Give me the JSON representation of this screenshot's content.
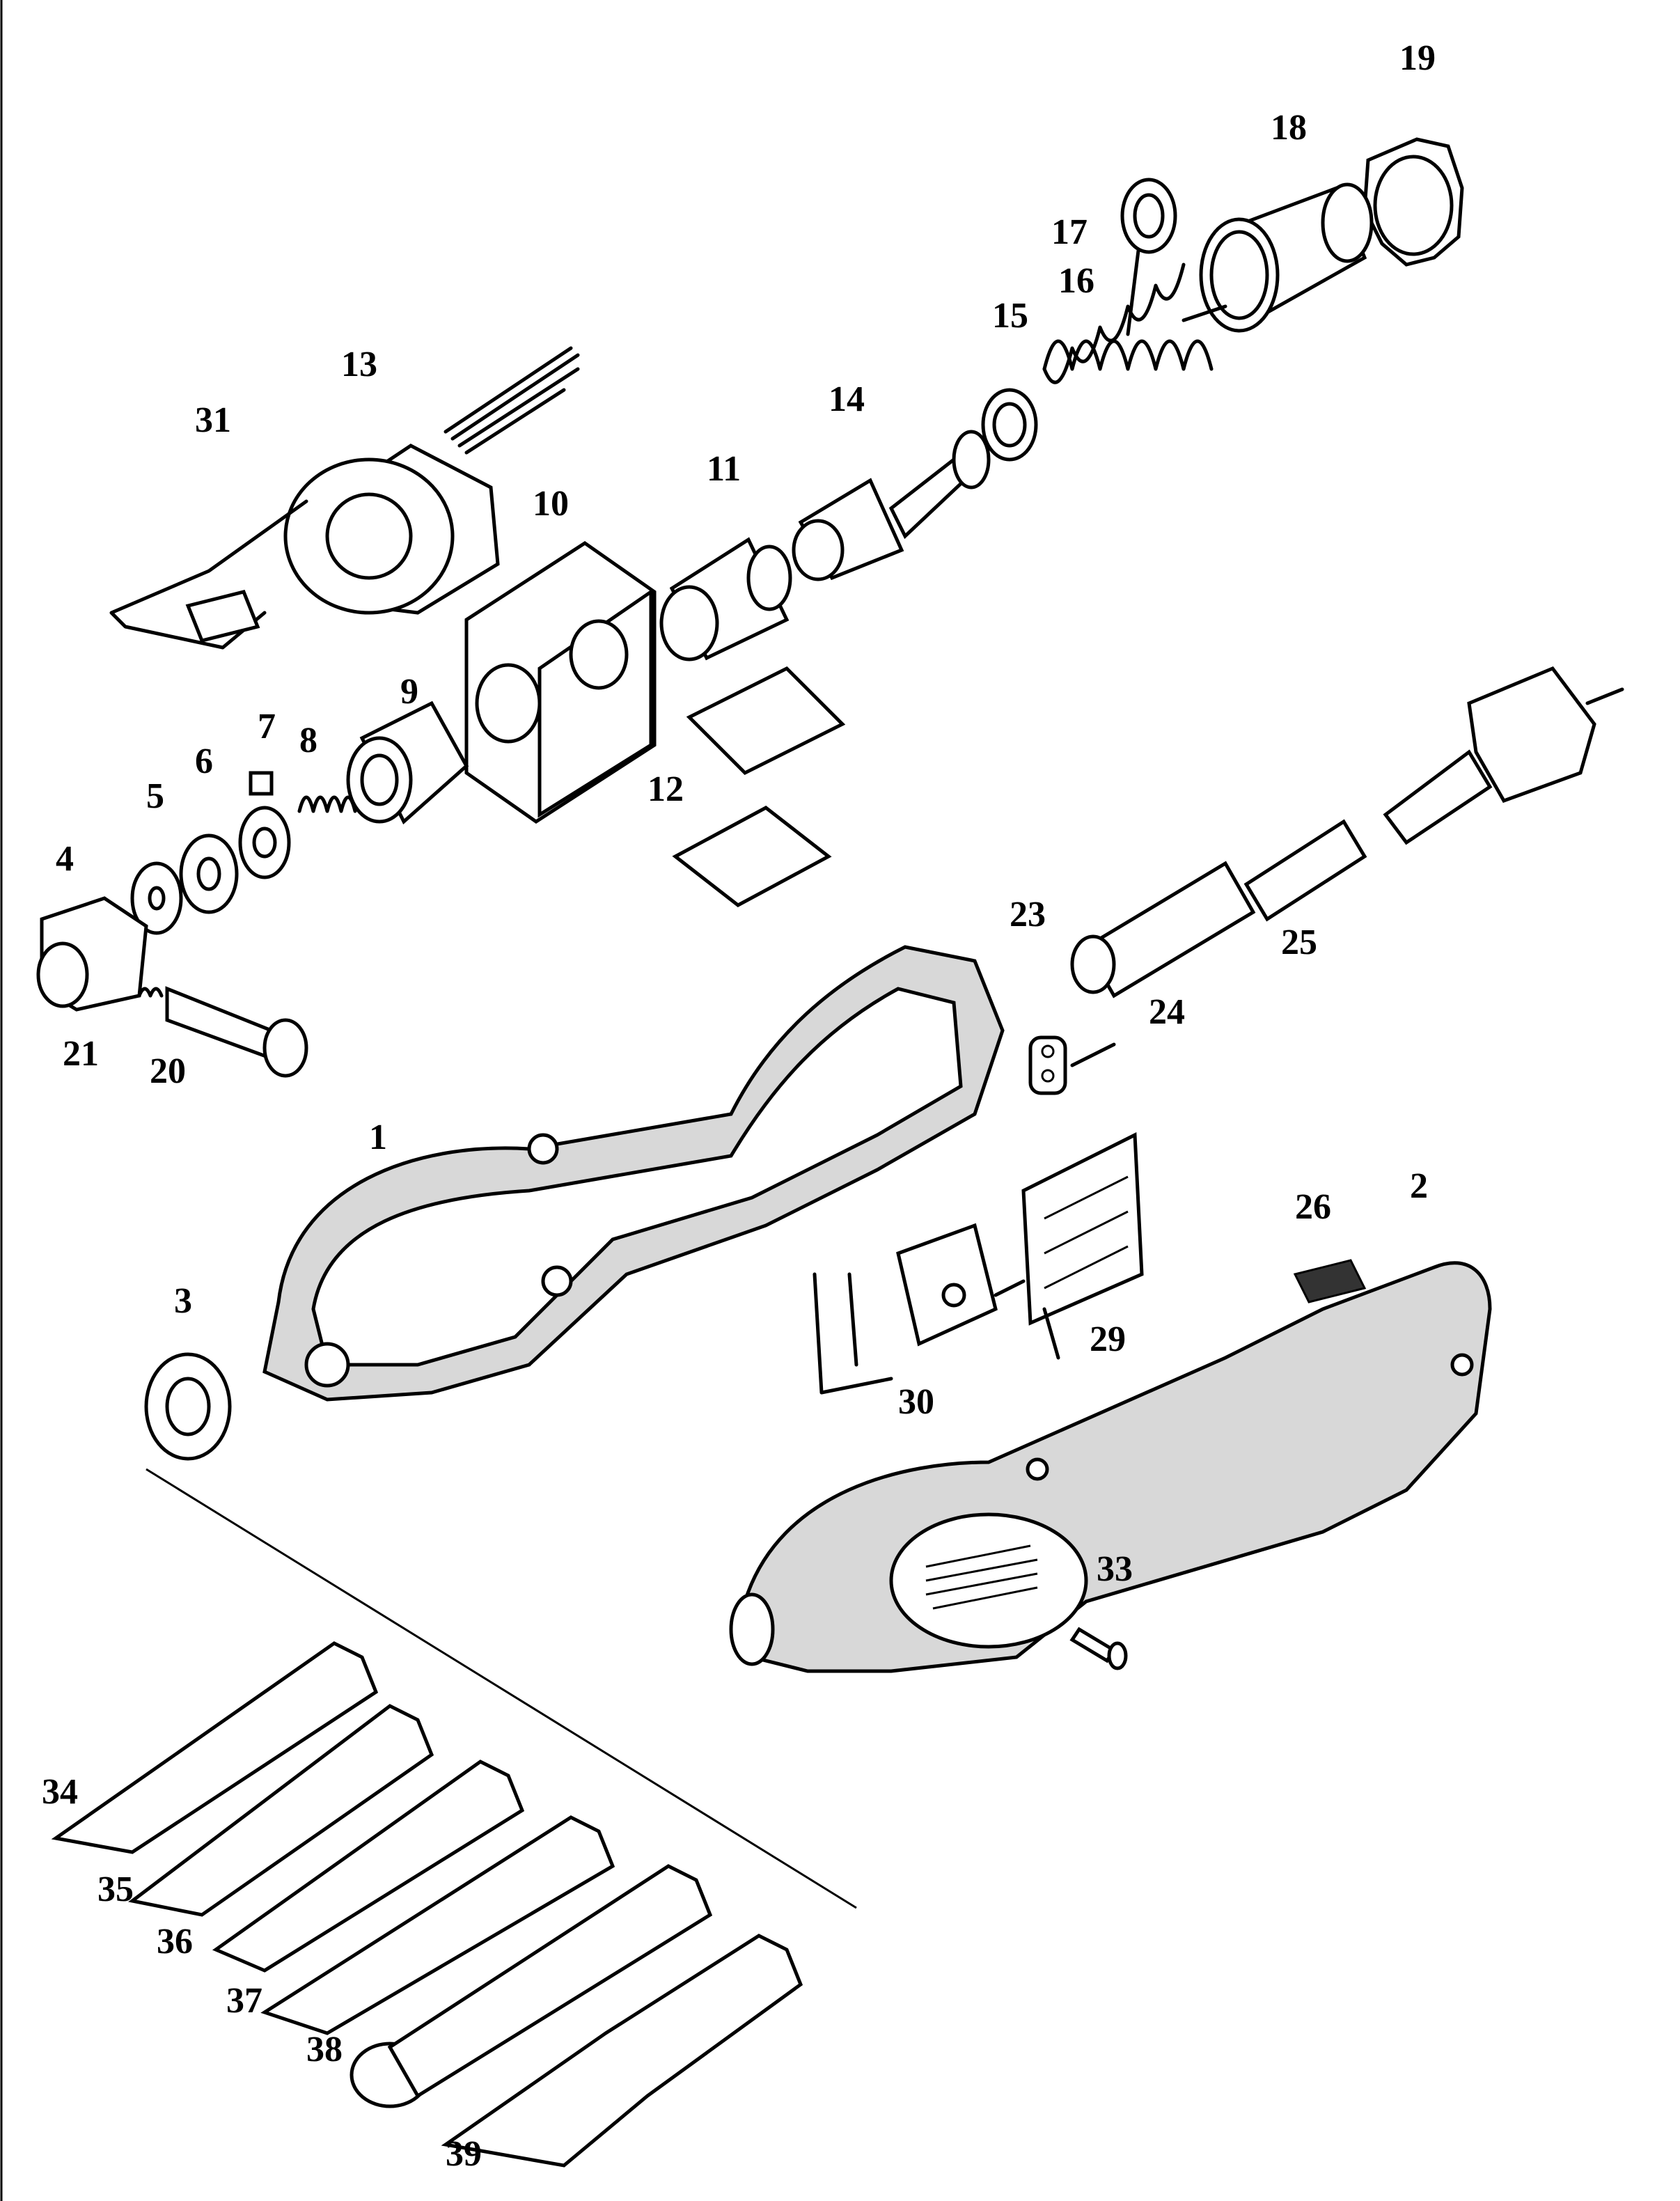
{
  "diagram": {
    "type": "exploded-parts-diagram",
    "part_numbers": {
      "p1": "1",
      "p2": "2",
      "p3": "3",
      "p4": "4",
      "p5": "5",
      "p6": "6",
      "p7": "7",
      "p8": "8",
      "p9": "9",
      "p10": "10",
      "p11": "11",
      "p12": "12",
      "p13": "13",
      "p14": "14",
      "p15": "15",
      "p16": "16",
      "p17": "17",
      "p18": "18",
      "p19": "19",
      "p20": "20",
      "p21": "21",
      "p23": "23",
      "p24": "24",
      "p25": "25",
      "p26": "26",
      "p29": "29",
      "p30": "30",
      "p31": "31",
      "p33": "33",
      "p34": "34",
      "p35": "35",
      "p36": "36",
      "p37": "37",
      "p38": "38",
      "p39": "39"
    }
  }
}
